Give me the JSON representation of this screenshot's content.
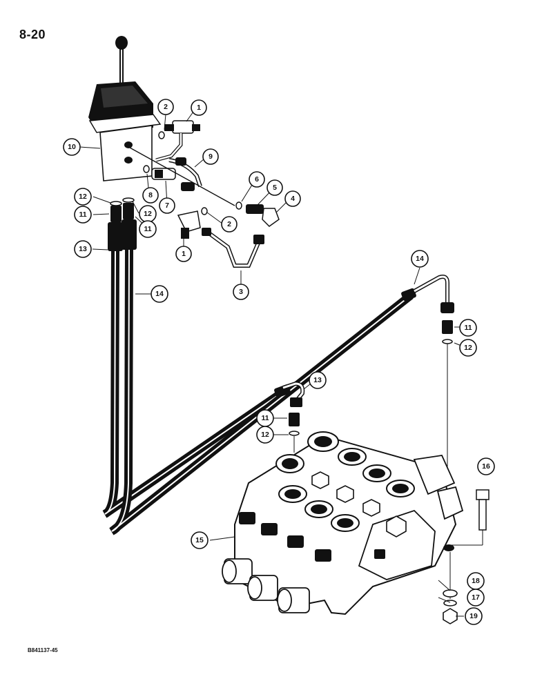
{
  "page": {
    "number": "8-20",
    "figure_code": "B841137-45"
  },
  "callouts": [
    {
      "id": "c1a",
      "label": "1"
    },
    {
      "id": "c2a",
      "label": "2"
    },
    {
      "id": "c9",
      "label": "9"
    },
    {
      "id": "c10",
      "label": "10"
    },
    {
      "id": "c6a",
      "label": "6"
    },
    {
      "id": "c5",
      "label": "5"
    },
    {
      "id": "c4",
      "label": "4"
    },
    {
      "id": "c8",
      "label": "8"
    },
    {
      "id": "c7",
      "label": "7"
    },
    {
      "id": "c12a",
      "label": "12"
    },
    {
      "id": "c12b",
      "label": "12"
    },
    {
      "id": "c11a",
      "label": "11"
    },
    {
      "id": "c11b",
      "label": "11"
    },
    {
      "id": "c2b",
      "label": "2"
    },
    {
      "id": "c1b",
      "label": "1"
    },
    {
      "id": "c13a",
      "label": "13"
    },
    {
      "id": "c3",
      "label": "3"
    },
    {
      "id": "c14a",
      "label": "14"
    },
    {
      "id": "c14b",
      "label": "14"
    },
    {
      "id": "c11c",
      "label": "11"
    },
    {
      "id": "c12c",
      "label": "12"
    },
    {
      "id": "c13b",
      "label": "13"
    },
    {
      "id": "c11d",
      "label": "11"
    },
    {
      "id": "c12d",
      "label": "12"
    },
    {
      "id": "c16",
      "label": "16"
    },
    {
      "id": "c15",
      "label": "15"
    },
    {
      "id": "c18",
      "label": "18"
    },
    {
      "id": "c17",
      "label": "17"
    },
    {
      "id": "c19",
      "label": "19"
    }
  ]
}
